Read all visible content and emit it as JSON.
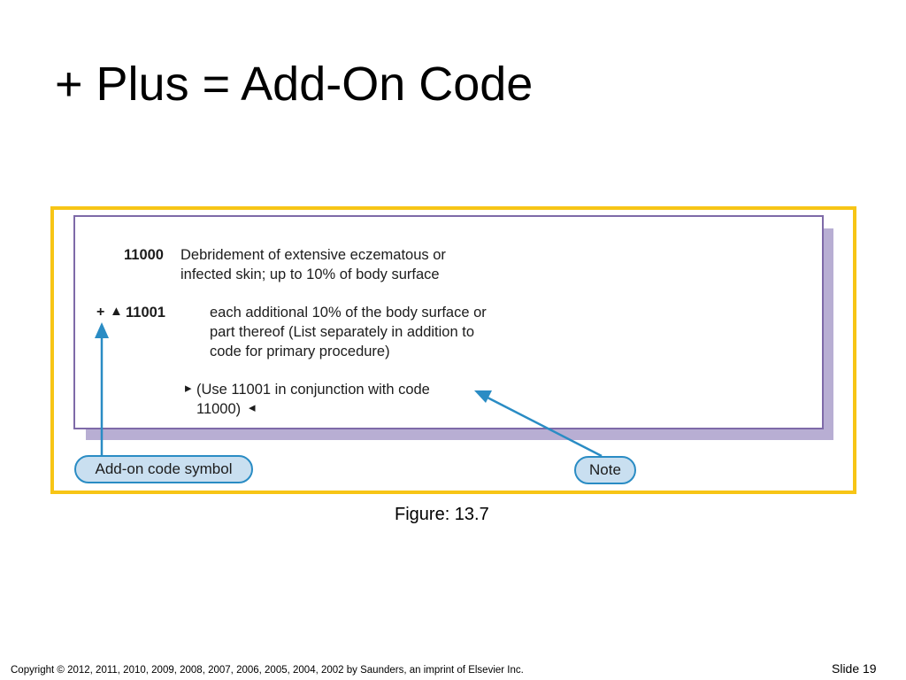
{
  "slide": {
    "title": "+ Plus = Add-On Code",
    "figure_caption": "Figure: 13.7",
    "copyright": "Copyright © 2012, 2011, 2010, 2009, 2008, 2007, 2006, 2005, 2004, 2002 by Saunders, an imprint of Elsevier Inc.",
    "slide_number": "Slide 19"
  },
  "figure": {
    "entry_1": {
      "code": "11000",
      "line_1": "Debridement of extensive eczematous or",
      "line_2": "infected skin; up to 10% of body surface"
    },
    "entry_2": {
      "plus_symbol": "+",
      "triangle_symbol": "▲",
      "code": "11001",
      "line_1": "each additional 10% of the body surface or",
      "line_2": "part thereof (List separately in addition to",
      "line_3": "code for primary procedure)"
    },
    "note": {
      "open_marker": "▸",
      "line_1": "(Use 11001 in conjunction with code",
      "line_2": "11000)",
      "close_marker": "◂"
    },
    "callouts": {
      "add_on_label": "Add-on code symbol",
      "note_label": "Note"
    }
  },
  "colors": {
    "frame_border": "#f7c516",
    "box_border": "#7e6aa8",
    "box_shadow": "#b8aed3",
    "callout_fill": "#c9dff0",
    "callout_border": "#2a8cc4",
    "arrow": "#2a8cc4"
  }
}
